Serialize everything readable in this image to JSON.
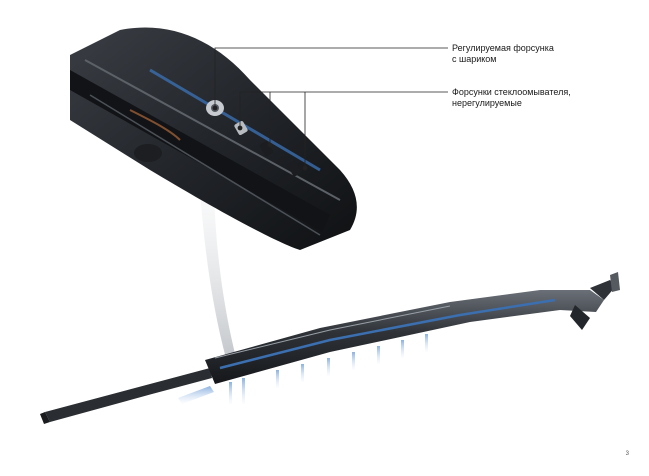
{
  "callouts": [
    {
      "line1": "Регулируемая форсунка",
      "line2": "с шариком"
    },
    {
      "line1": "Форсунки стеклоомывателя,",
      "line2": "нерегулируемые"
    }
  ],
  "page_number": "3",
  "colors": {
    "arm_dark": "#2a2d31",
    "arm_mid": "#4a4f55",
    "arm_light": "#8b9098",
    "hose_blue": "#3b6fb0",
    "spray_blue": "#9fbfe6",
    "leader_line": "#222222"
  }
}
